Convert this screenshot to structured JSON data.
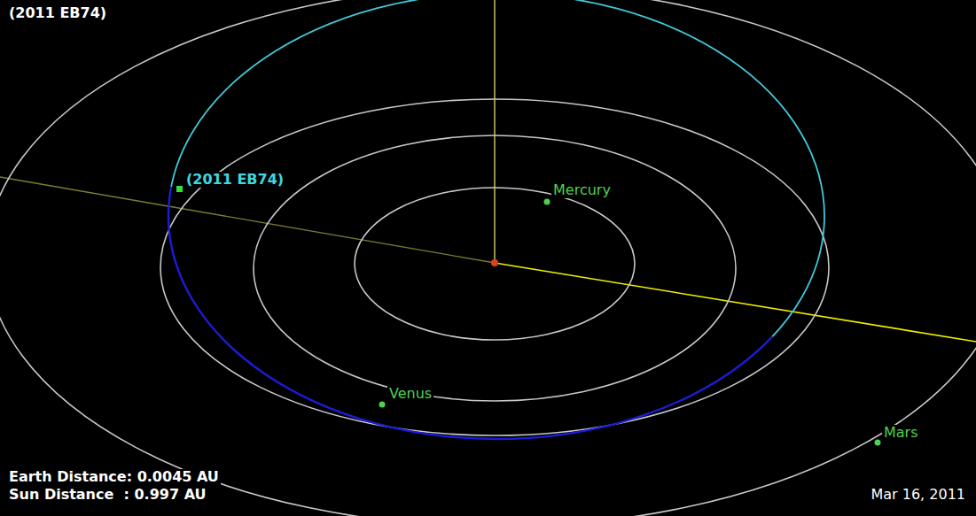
{
  "diagram": {
    "title": "(2011 EB74)",
    "labels": [
      "(2011 EB74)",
      "Mercury",
      "Venus",
      "Mars",
      "Earth Distance: 0.0045 AU",
      "Sun Distance  : 0.997 AU",
      "Mar 16, 2011"
    ]
  }
}
